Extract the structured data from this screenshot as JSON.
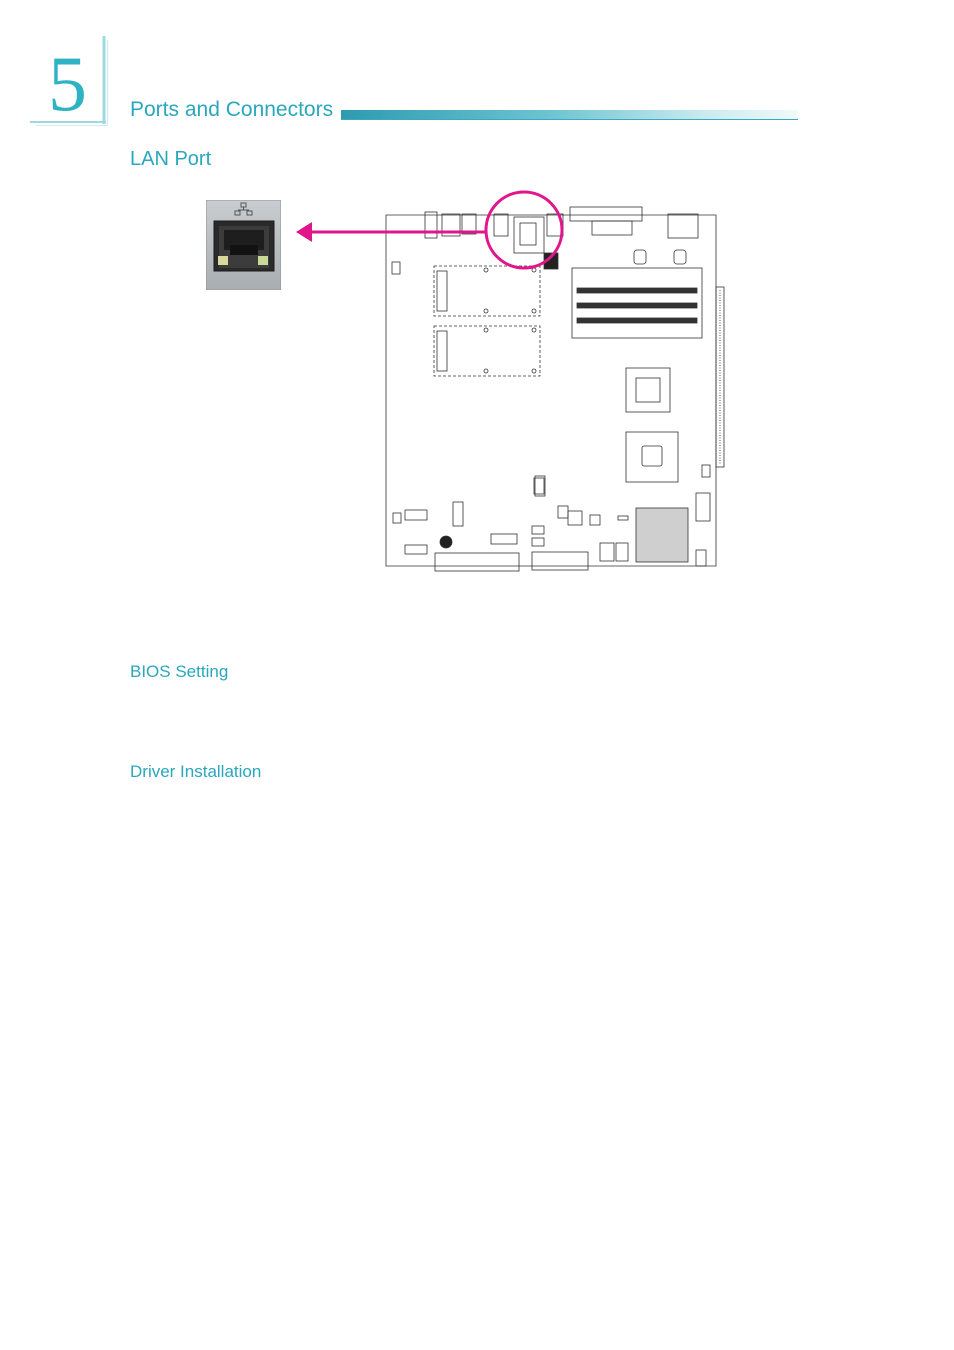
{
  "chapter": {
    "number": "5",
    "title": "Ports and Connectors"
  },
  "page": {
    "subtitle": "LAN Port"
  },
  "sections": [
    {
      "heading": "BIOS Setting"
    },
    {
      "heading": "Driver Installation"
    }
  ],
  "figure": {
    "highlight_color": "#e0168a",
    "accent_color": "#2ba7bd",
    "port_icon": "network-lan-icon"
  }
}
